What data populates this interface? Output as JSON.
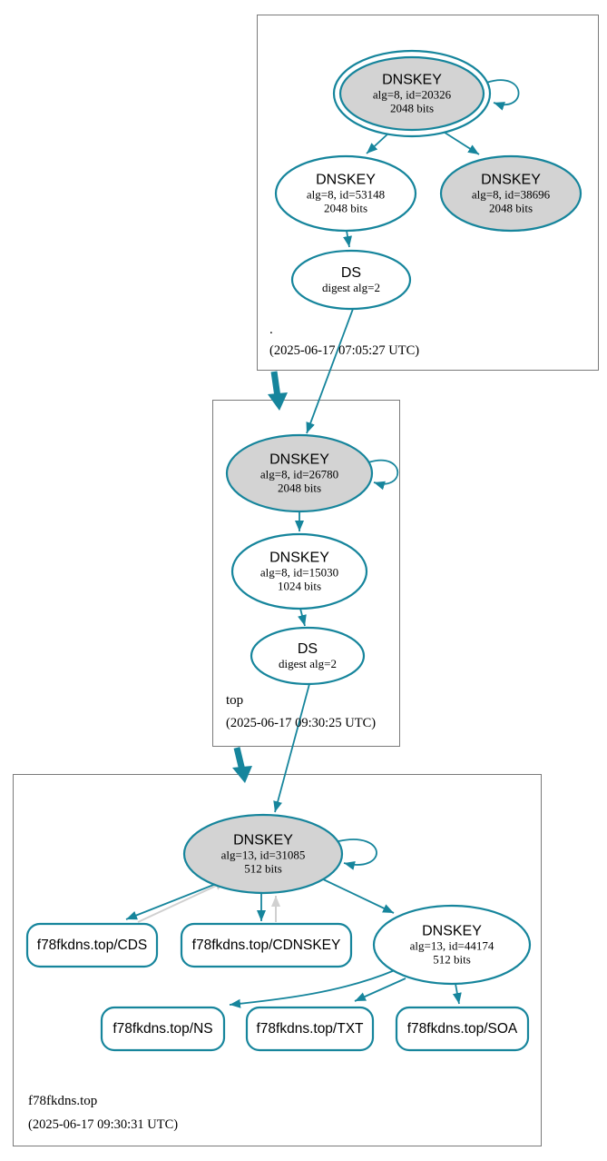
{
  "colors": {
    "edge_teal": "#16859c",
    "node_fill_gray": "#d3d3d3",
    "node_fill_white": "#ffffff",
    "warn_edge_gray": "#d0d0d0",
    "zone_box_border": "#7a7a7a"
  },
  "zones": [
    {
      "label": ".",
      "timestamp": "(2025-06-17 07:05:27 UTC)",
      "nodes": {
        "ksk": {
          "title": "DNSKEY",
          "detail1": "alg=8, id=20326",
          "detail2": "2048 bits"
        },
        "zsk": {
          "title": "DNSKEY",
          "detail1": "alg=8, id=53148",
          "detail2": "2048 bits"
        },
        "key2": {
          "title": "DNSKEY",
          "detail1": "alg=8, id=38696",
          "detail2": "2048 bits"
        },
        "ds": {
          "title": "DS",
          "detail1": "digest alg=2"
        }
      }
    },
    {
      "label": "top",
      "timestamp": "(2025-06-17 09:30:25 UTC)",
      "nodes": {
        "ksk": {
          "title": "DNSKEY",
          "detail1": "alg=8, id=26780",
          "detail2": "2048 bits"
        },
        "zsk": {
          "title": "DNSKEY",
          "detail1": "alg=8, id=15030",
          "detail2": "1024 bits"
        },
        "ds": {
          "title": "DS",
          "detail1": "digest alg=2"
        }
      }
    },
    {
      "label": "f78fkdns.top",
      "timestamp": "(2025-06-17 09:30:31 UTC)",
      "nodes": {
        "ksk": {
          "title": "DNSKEY",
          "detail1": "alg=13, id=31085",
          "detail2": "512 bits"
        },
        "zsk": {
          "title": "DNSKEY",
          "detail1": "alg=13, id=44174",
          "detail2": "512 bits"
        },
        "cds": {
          "label": "f78fkdns.top/CDS"
        },
        "cdnskey": {
          "label": "f78fkdns.top/CDNSKEY"
        },
        "ns": {
          "label": "f78fkdns.top/NS"
        },
        "txt": {
          "label": "f78fkdns.top/TXT"
        },
        "soa": {
          "label": "f78fkdns.top/SOA"
        }
      }
    }
  ]
}
